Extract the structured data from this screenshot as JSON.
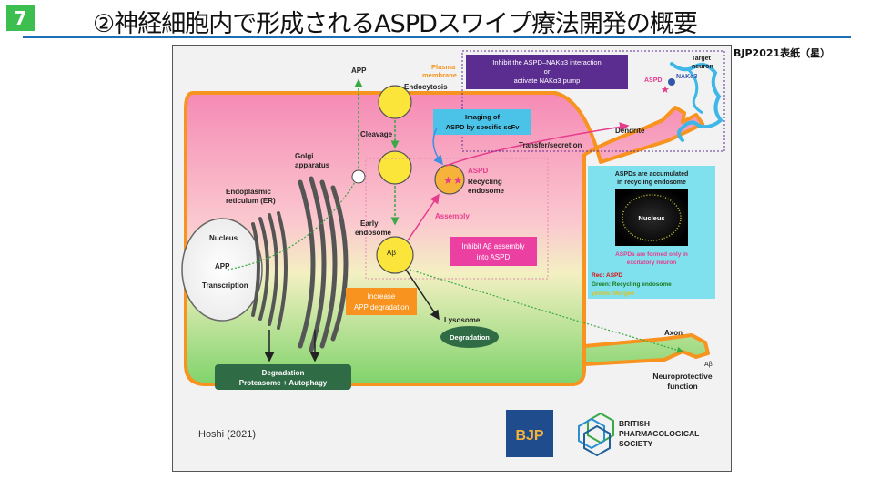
{
  "slide": {
    "number": "7",
    "title": "②神経細胞内で形成されるASPDスワイプ療法開発の概要",
    "note": "BJP2021表紙（星）"
  },
  "figure": {
    "labels": {
      "app_top": "APP",
      "plasma_membrane_1": "Plasma",
      "plasma_membrane_2": "membrane",
      "endocytosis": "Endocytosis",
      "cleavage": "Cleavage",
      "golgi_1": "Golgi",
      "golgi_2": "apparatus",
      "er_1": "Endoplasmic",
      "er_2": "reticulum (ER)",
      "nucleus": "Nucleus",
      "app_nucleus": "APP",
      "transcription": "Transcription",
      "early_endosome_1": "Early",
      "early_endosome_2": "endosome",
      "abeta": "Aβ",
      "aspd": "ASPD",
      "recycling_endosome_1": "Recycling",
      "recycling_endosome_2": "endosome",
      "assembly": "Assembly",
      "transfer_secretion": "Transfer/secretion",
      "dendrite": "Dendrite",
      "target_neuron_1": "Target",
      "target_neuron_2": "neuron",
      "aspd_target": "ASPD",
      "nak": "NAKα3",
      "lysosome": "Lysosome",
      "lysosome_degradation": "Degradation",
      "axon": "Axon",
      "abeta_axon": "Aβ",
      "neuroprotective_1": "Neuroprotective",
      "neuroprotective_2": "function",
      "citation": "Hoshi (2021)",
      "bjp_logo": "BJP",
      "bps_1": "BRITISH",
      "bps_2": "PHARMACOLOGICAL",
      "bps_3": "SOCIETY"
    },
    "boxes": {
      "inhibit_interaction_1": "Inhibit the ASPD–NAKα3 interaction",
      "inhibit_interaction_2": "or",
      "inhibit_interaction_3": "activate NAKα3 pump",
      "imaging_1": "Imaging of",
      "imaging_2": "ASPD by specific scFv",
      "inhibit_assembly_1": "Inhibit Aβ assembly",
      "inhibit_assembly_2": "into ASPD",
      "increase_1": "Increase",
      "increase_2": "APP degradation",
      "degradation_1": "Degradation",
      "degradation_2": "Proteasome + Autophagy"
    },
    "micrograph_panel": {
      "heading_1": "ASPDs are accumulated",
      "heading_2": "in recycling endosome",
      "nucleus_label": "Nucleus",
      "note_1": "ASPDs are formed only in",
      "note_2": "excitatory neuron",
      "legend_red": "Red: ASPD",
      "legend_green": "Green: Recycling endosome",
      "legend_yellow": "yellow: Merged"
    }
  },
  "colors": {
    "slide_number_bg": "#3dbf4f",
    "title_rule": "#1f6fb8",
    "cell_membrane": "#f7931e",
    "cell_top": "#f58ab5",
    "cell_bottom": "#7fd36b",
    "vesicle": "#fbe53a",
    "purple_box": "#5b2d91",
    "teal_box": "#4bc3e8",
    "magenta_box": "#ec3fa2",
    "orange_box": "#f7931e",
    "dark_green_box": "#2f6b45",
    "micrograph_frame": "#7fe0ee"
  }
}
